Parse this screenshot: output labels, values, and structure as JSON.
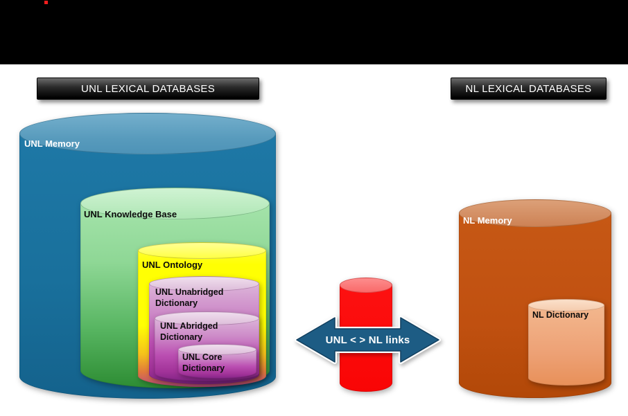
{
  "slide": {
    "headers": {
      "unl": "UNL LEXICAL DATABASES",
      "nl": "NL LEXICAL DATABASES"
    },
    "unl_databases": {
      "memory": "UNL Memory",
      "knowledge_base": "UNL Knowledge Base",
      "ontology": "UNL Ontology",
      "unabridged_dictionary": "UNL Unabridged Dictionary",
      "abridged_dictionary": "UNL Abridged Dictionary",
      "core_dictionary": "UNL Core Dictionary"
    },
    "nl_databases": {
      "memory": "NL Memory",
      "dictionary": "NL Dictionary"
    },
    "link_arrow_label": "UNL < > NL links",
    "colors": {
      "unl_memory_body": "#19709c",
      "unl_knowledge_base_body": "#8ed795",
      "unl_ontology_body": "#ffff03",
      "unl_dictionary_body": "#bb4fb2",
      "links_cylinder_body": "#f90505",
      "links_arrow": "#1d5c84",
      "nl_memory_body": "#c05010",
      "nl_dictionary_body": "#eda175",
      "header_box": "#000000",
      "top_bar": "#000000"
    }
  }
}
